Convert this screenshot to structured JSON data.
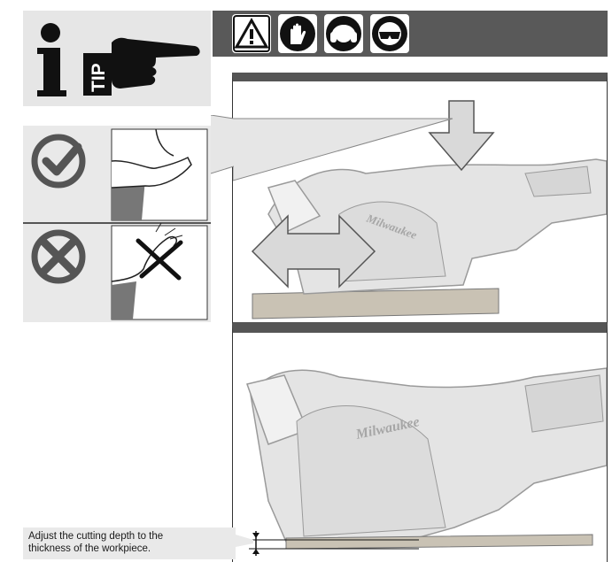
{
  "tip": {
    "icon": "info-icon",
    "label": "TIP",
    "hand_icon": "pointing-hand-icon"
  },
  "safety_icons": [
    "warning-triangle-icon",
    "gloves-icon",
    "ear-protection-icon",
    "eye-protection-icon"
  ],
  "guide": {
    "correct_icon": "checkmark-icon",
    "wrong_icon": "cross-icon"
  },
  "note": {
    "text": "Adjust the cutting depth to the\nthickness of the workpiece."
  },
  "figures": {
    "top_icons": [
      "down-arrow-icon",
      "double-arrow-icon"
    ],
    "brand_text": "Milwaukee"
  }
}
